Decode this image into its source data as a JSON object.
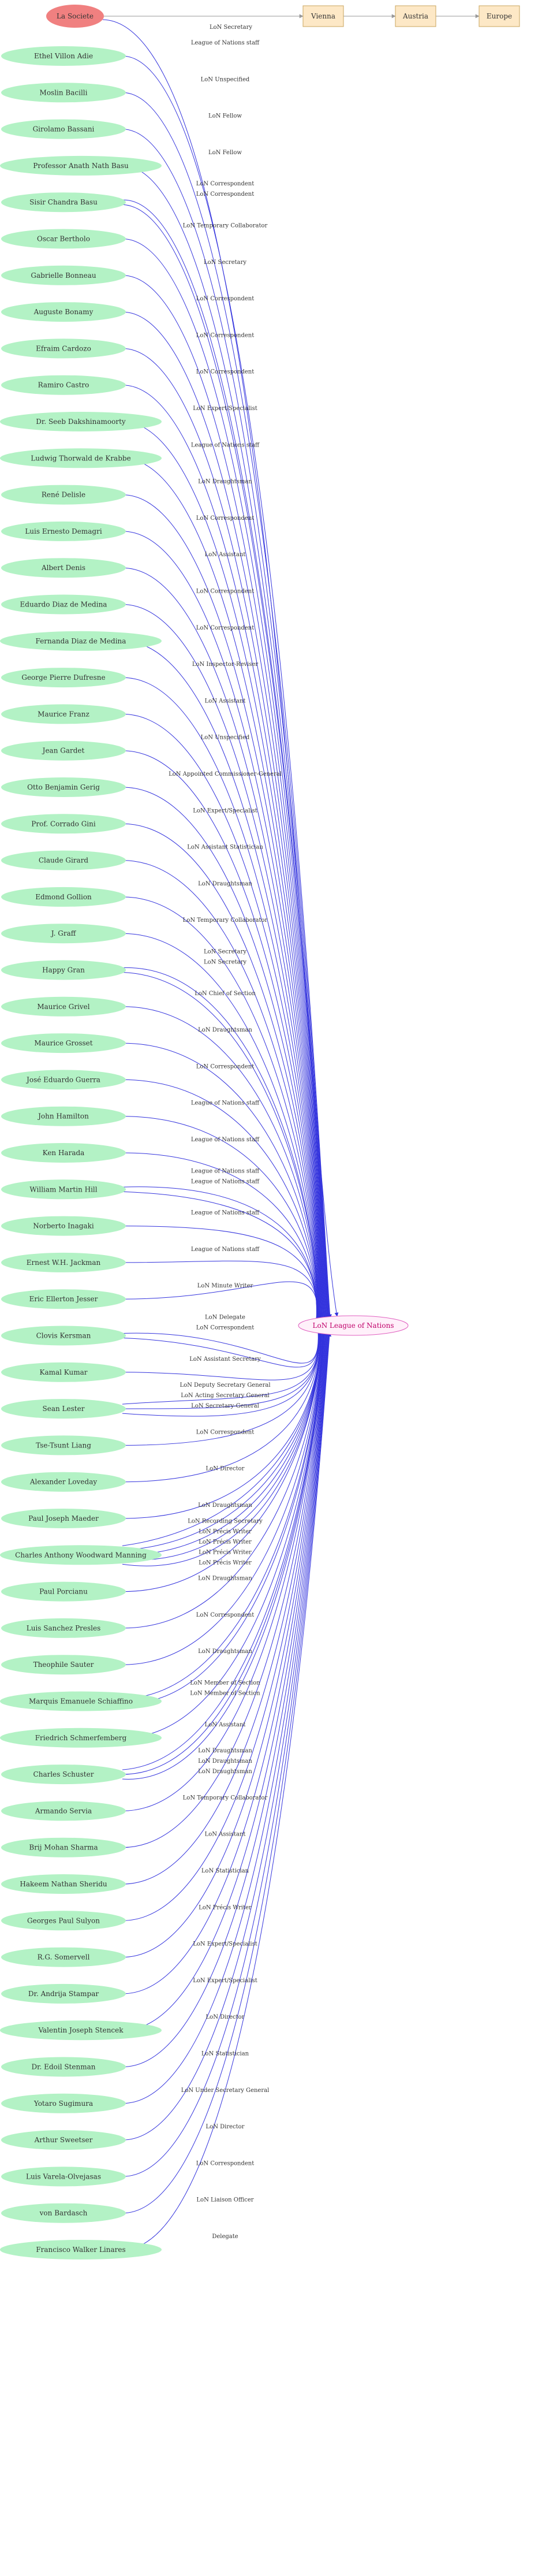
{
  "colors": {
    "person_fill": "#b3f2c5",
    "place_fill": "#fde8c6",
    "place_stroke": "#c9a65f",
    "root_fill": "#f08080",
    "hub_fill": "#fff0fa",
    "hub_stroke": "#e060c0",
    "edge": "#3333dd",
    "chain_edge": "#999999"
  },
  "root": {
    "label": "La Societe"
  },
  "chain": [
    "Vienna",
    "Austria",
    "Europe"
  ],
  "hub": {
    "label": "LoN League of Nations"
  },
  "root_edge_label": "LoN Secretary",
  "people": [
    {
      "name": "Ethel Villon Adie",
      "edges": [
        "League of Nations staff"
      ]
    },
    {
      "name": "Moslin Bacilli",
      "edges": [
        "LoN Unspecified"
      ]
    },
    {
      "name": "Girolamo Bassani",
      "edges": [
        "LoN Fellow"
      ]
    },
    {
      "name": "Professor Anath Nath Basu",
      "edges": [
        "LoN Fellow"
      ]
    },
    {
      "name": "Sisir Chandra Basu",
      "edges": [
        "LoN Correspondent",
        "LoN Correspondent"
      ]
    },
    {
      "name": "Oscar Bertholo",
      "edges": [
        "LoN Temporary Collaborator"
      ]
    },
    {
      "name": "Gabrielle Bonneau",
      "edges": [
        "LoN Secretary"
      ]
    },
    {
      "name": "Auguste Bonamy",
      "edges": [
        "LoN Correspondent"
      ]
    },
    {
      "name": "Efraim Cardozo",
      "edges": [
        "LoN Correspondent"
      ]
    },
    {
      "name": "Ramiro Castro",
      "edges": [
        "LoN Correspondent"
      ]
    },
    {
      "name": "Dr. Seeb Dakshinamoorty",
      "edges": [
        "LoN Expert/Specialist"
      ]
    },
    {
      "name": "Ludwig Thorwald de Krabbe",
      "edges": [
        "League of Nations staff"
      ]
    },
    {
      "name": "René Delisle",
      "edges": [
        "LoN Draughtsman"
      ]
    },
    {
      "name": "Luis Ernesto Demagri",
      "edges": [
        "LoN Correspondent"
      ]
    },
    {
      "name": "Albert Denis",
      "edges": [
        "LoN Assistant"
      ]
    },
    {
      "name": "Eduardo Diaz de Medina",
      "edges": [
        "LoN Correspondent"
      ]
    },
    {
      "name": "Fernanda Diaz de Medina",
      "edges": [
        "LoN Correspondent"
      ]
    },
    {
      "name": "George Pierre Dufresne",
      "edges": [
        "LoN Inspector-Reviser"
      ]
    },
    {
      "name": "Maurice Franz",
      "edges": [
        "LoN Assistant"
      ]
    },
    {
      "name": "Jean Gardet",
      "edges": [
        "LoN Unspecified"
      ]
    },
    {
      "name": "Otto Benjamin Gerig",
      "edges": [
        "LoN Appointed Commissioner-General"
      ]
    },
    {
      "name": "Prof. Corrado Gini",
      "edges": [
        "LoN Expert/Specialist"
      ]
    },
    {
      "name": "Claude Girard",
      "edges": [
        "LoN Assistant Statistician"
      ]
    },
    {
      "name": "Edmond Gollion",
      "edges": [
        "LoN Draughtsman"
      ]
    },
    {
      "name": "J. Graff",
      "edges": [
        "LoN Temporary Collaborator"
      ]
    },
    {
      "name": "Happy Gran",
      "edges": [
        "LoN Secretary",
        "LoN Secretary"
      ]
    },
    {
      "name": "Maurice Grivel",
      "edges": [
        "LoN Chief of Section"
      ]
    },
    {
      "name": "Maurice Grosset",
      "edges": [
        "LoN Draughtsman"
      ]
    },
    {
      "name": "José Eduardo Guerra",
      "edges": [
        "LoN Correspondent"
      ]
    },
    {
      "name": "John Hamilton",
      "edges": [
        "League of Nations staff"
      ]
    },
    {
      "name": "Ken Harada",
      "edges": [
        "League of Nations staff"
      ]
    },
    {
      "name": "William Martin Hill",
      "edges": [
        "League of Nations staff",
        "League of Nations staff"
      ]
    },
    {
      "name": "Norberto Inagaki",
      "edges": [
        "League of Nations staff"
      ]
    },
    {
      "name": "Ernest W.H. Jackman",
      "edges": [
        "League of Nations staff"
      ]
    },
    {
      "name": "Eric Ellerton Jesser",
      "edges": [
        "LoN Minute Writer"
      ]
    },
    {
      "name": "Clovis Kersman",
      "edges": [
        "LoN Delegate",
        "LoN Correspondent"
      ]
    },
    {
      "name": "Kamal Kumar",
      "edges": [
        "LoN Assistant Secretary"
      ]
    },
    {
      "name": "Sean Lester",
      "edges": [
        "LoN Deputy Secretary General",
        "LoN Acting Secretary General",
        "LoN Secretary-General"
      ]
    },
    {
      "name": "Tse-Tsunt Liang",
      "edges": [
        "LoN Correspondent"
      ]
    },
    {
      "name": "Alexander Loveday",
      "edges": [
        "LoN Director"
      ]
    },
    {
      "name": "Paul Joseph Maeder",
      "edges": [
        "LoN Draughtsman"
      ]
    },
    {
      "name": "Charles Anthony Woodward Manning",
      "edges": [
        "LoN Recording Secretary",
        "LoN Précis Writer",
        "LoN Précis Writer",
        "LoN Précis Writer",
        "LoN Précis Writer"
      ]
    },
    {
      "name": "Paul Porcianu",
      "edges": [
        "LoN Draughtsman"
      ]
    },
    {
      "name": "Luis Sanchez Presles",
      "edges": [
        "LoN Correspondent"
      ]
    },
    {
      "name": "Theophile Sauter",
      "edges": [
        "LoN Draughtsman"
      ]
    },
    {
      "name": "Marquis Emanuele Schiaffino",
      "edges": [
        "LoN Member of Section",
        "LoN Member of Section"
      ]
    },
    {
      "name": "Friedrich Schmerfemberg",
      "edges": [
        "LoN Assistant"
      ]
    },
    {
      "name": "Charles Schuster",
      "edges": [
        "LoN Draughtsman",
        "LoN Draughtsman",
        "LoN Draughtsman"
      ]
    },
    {
      "name": "Armando Servia",
      "edges": [
        "LoN Temporary Collaborator"
      ]
    },
    {
      "name": "Brij Mohan Sharma",
      "edges": [
        "LoN Assistant"
      ]
    },
    {
      "name": "Hakeem Nathan Sheridu",
      "edges": [
        "LoN Statistician"
      ]
    },
    {
      "name": "Georges Paul Sulyon",
      "edges": [
        "LoN Précis Writer"
      ]
    },
    {
      "name": "R.G. Somervell",
      "edges": [
        "LoN Expert/Specialist"
      ]
    },
    {
      "name": "Dr. Andrija Stampar",
      "edges": [
        "LoN Expert/Specialist"
      ]
    },
    {
      "name": "Valentin Joseph Stencek",
      "edges": [
        "LoN Director"
      ]
    },
    {
      "name": "Dr. Edoil Stenman",
      "edges": [
        "LoN Statistician"
      ]
    },
    {
      "name": "Yotaro Sugimura",
      "edges": [
        "LoN Under Secretary General"
      ]
    },
    {
      "name": "Arthur Sweetser",
      "edges": [
        "LoN Director"
      ]
    },
    {
      "name": "Luis Varela-Olvejasas",
      "edges": [
        "LoN Correspondent"
      ]
    },
    {
      "name": "von Bardasch",
      "edges": [
        "LoN Liaison Officer"
      ]
    },
    {
      "name": "Francisco Walker Linares",
      "edges": [
        "Delegate"
      ]
    }
  ]
}
